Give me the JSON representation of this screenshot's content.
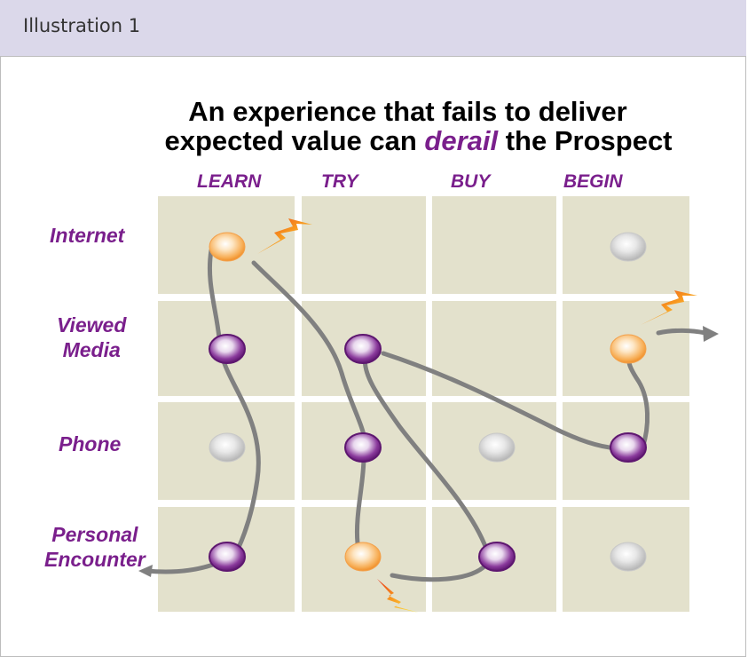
{
  "header": {
    "label": "Illustration 1"
  },
  "title": {
    "line1": "An experience that fails to deliver",
    "line2_pre": "expected value can ",
    "line2_em": "derail",
    "line2_post": " the Prospect"
  },
  "columns": [
    "LEARN",
    "TRY",
    "BUY",
    "BEGIN"
  ],
  "rows": [
    {
      "line1": "Internet",
      "line2": ""
    },
    {
      "line1": "Viewed",
      "line2": "Media"
    },
    {
      "line1": "Phone",
      "line2": ""
    },
    {
      "line1": "Personal",
      "line2": "Encounter"
    }
  ],
  "colors": {
    "accent": "#7a1f8c",
    "cell": "#e3e1cc",
    "path": "#808080",
    "node_purple": "#7a1f8c",
    "node_orange": "#f7a94a",
    "node_gray": "#bfbfbf",
    "header_bg": "#dbd8ea"
  },
  "nodes": [
    {
      "row": 0,
      "col": 0,
      "kind": "orange"
    },
    {
      "row": 0,
      "col": 3,
      "kind": "gray"
    },
    {
      "row": 1,
      "col": 0,
      "kind": "purple"
    },
    {
      "row": 1,
      "col": 1,
      "kind": "purple"
    },
    {
      "row": 1,
      "col": 3,
      "kind": "orange"
    },
    {
      "row": 2,
      "col": 0,
      "kind": "gray"
    },
    {
      "row": 2,
      "col": 1,
      "kind": "purple"
    },
    {
      "row": 2,
      "col": 2,
      "kind": "gray"
    },
    {
      "row": 2,
      "col": 3,
      "kind": "purple"
    },
    {
      "row": 3,
      "col": 0,
      "kind": "purple"
    },
    {
      "row": 3,
      "col": 1,
      "kind": "orange"
    },
    {
      "row": 3,
      "col": 2,
      "kind": "purple"
    },
    {
      "row": 3,
      "col": 3,
      "kind": "gray"
    }
  ],
  "lightning_icons": [
    "lightning-bolt-icon",
    "lightning-bolt-icon",
    "lightning-bolt-icon"
  ]
}
